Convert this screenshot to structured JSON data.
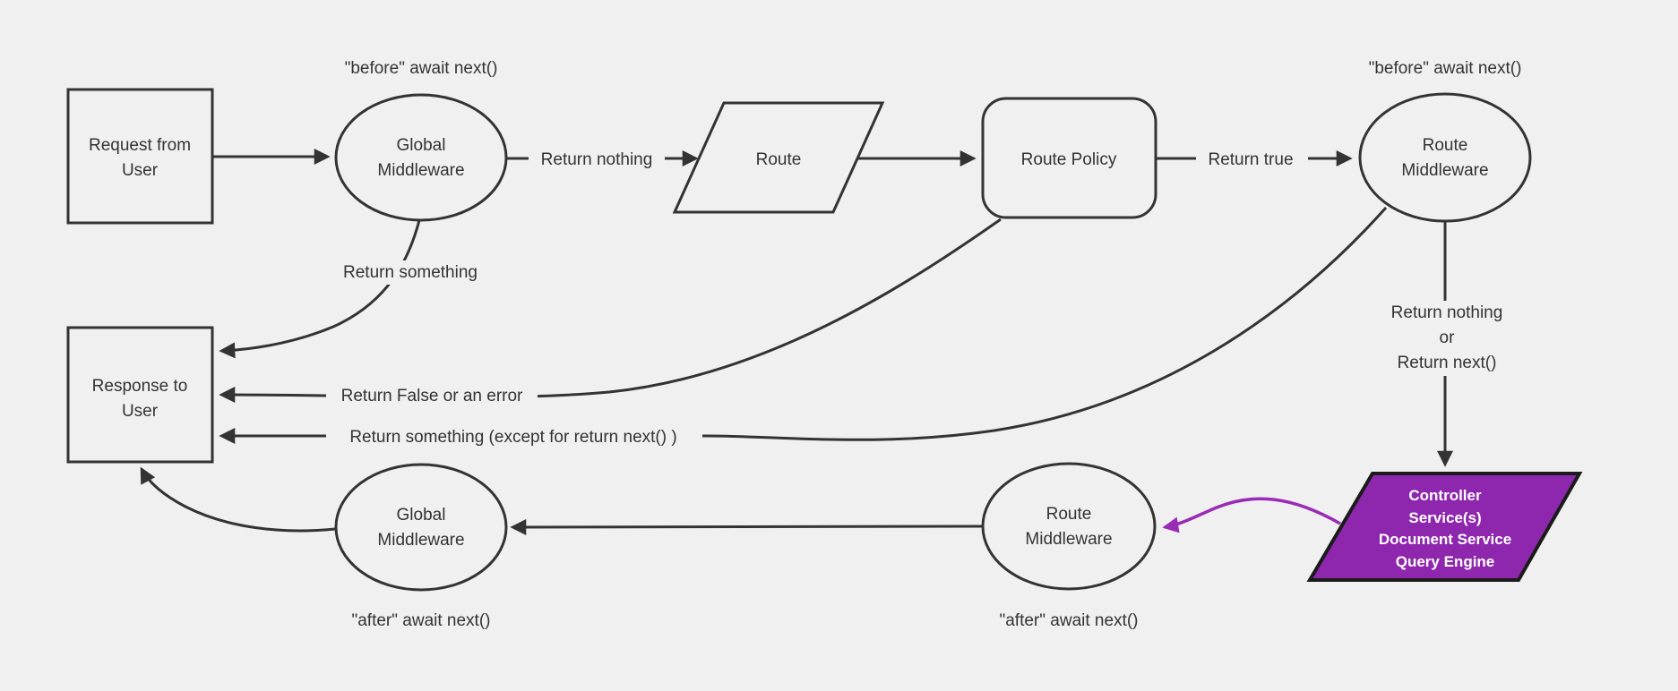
{
  "diagram": {
    "type": "flowchart",
    "description": "Request lifecycle middleware flow diagram"
  },
  "colors": {
    "background": "#f0f0f0",
    "line": "#333333",
    "text": "#333333",
    "purple_fill": "#8e27ad",
    "purple_arrow": "#9a2bb5",
    "purple_node_text": "#ffffff"
  },
  "nodes": {
    "request": {
      "lines": [
        "Request from",
        "User"
      ],
      "shape": "rectangle"
    },
    "global_middleware_top": {
      "lines": [
        "Global",
        "Middleware"
      ],
      "shape": "ellipse"
    },
    "route": {
      "label": "Route",
      "shape": "parallelogram"
    },
    "route_policy": {
      "label": "Route Policy",
      "shape": "rounded-rectangle"
    },
    "route_middleware_top": {
      "lines": [
        "Route",
        "Middleware"
      ],
      "shape": "ellipse"
    },
    "response": {
      "lines": [
        "Response to",
        "User"
      ],
      "shape": "rectangle"
    },
    "global_middleware_bottom": {
      "lines": [
        "Global",
        "Middleware"
      ],
      "shape": "ellipse"
    },
    "route_middleware_bottom": {
      "lines": [
        "Route",
        "Middleware"
      ],
      "shape": "ellipse"
    },
    "controller": {
      "lines": [
        "Controller",
        "Service(s)",
        "Document Service",
        "Query Engine"
      ],
      "shape": "parallelogram"
    }
  },
  "edge_labels": {
    "return_nothing": "Return nothing",
    "return_true": "Return true",
    "return_something": "Return something",
    "return_false_or_error": "Return False or an error",
    "return_something_except": "Return something (except for return next() )",
    "return_nothing_or": {
      "line1": "Return nothing",
      "line2": "or",
      "line3": "Return next()"
    }
  },
  "annotations": {
    "before_left": "\"before\" await next()",
    "before_right": "\"before\" await next()",
    "after_left": "\"after\" await next()",
    "after_right": "\"after\" await next()"
  }
}
